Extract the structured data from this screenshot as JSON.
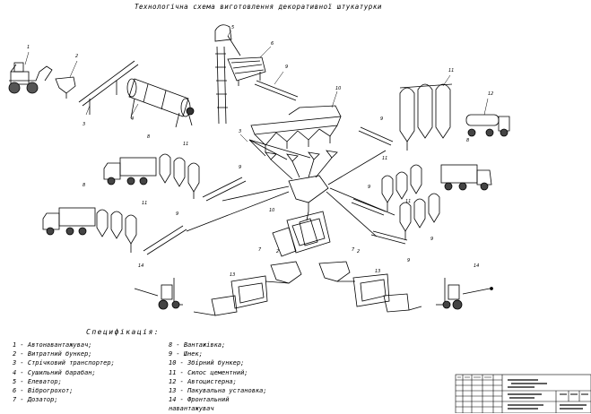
{
  "title": "Технологічна схема виготовлення декоративної штукатурки",
  "spec_title": "Специфікація:",
  "spec_left": [
    "1 - Автонавантажувач;",
    "2 - Витратний бункер;",
    "3 - Стрічковий транспортер;",
    "4 - Сушильний барабан;",
    "5 - Елеватор;",
    "6 - Віброгрохот;",
    "7 - Дозатор;"
  ],
  "spec_right": [
    "8 - Вантажівка;",
    "9 - Шнек;",
    "10 - Збірний бункер;",
    "11 - Силос цементний;",
    "12 - Автоцистерна;",
    "13 - Пакувальна установка;",
    "14 - Фронтальний",
    "навантажувач"
  ],
  "callouts": [
    "1",
    "2",
    "3",
    "4",
    "5",
    "6",
    "7",
    "8",
    "9",
    "10",
    "11",
    "12",
    "13",
    "14"
  ]
}
